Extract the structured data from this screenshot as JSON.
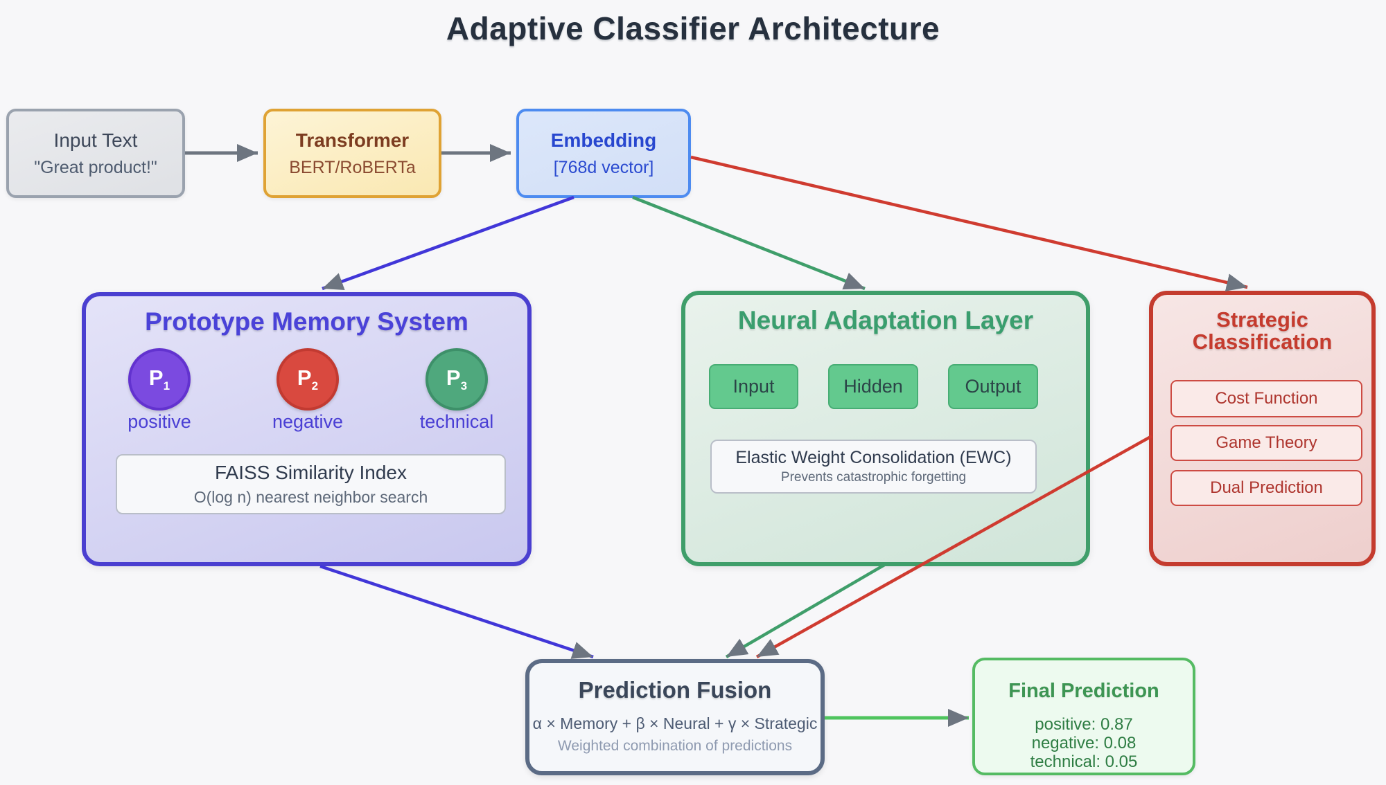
{
  "title": "Adaptive Classifier Architecture",
  "pipeline": {
    "input_text": {
      "title": "Input Text",
      "subtitle": "\"Great product!\""
    },
    "transformer": {
      "title": "Transformer",
      "subtitle": "BERT/RoBERTa"
    },
    "embedding": {
      "title": "Embedding",
      "subtitle": "[768d vector]"
    }
  },
  "prototype_memory": {
    "title": "Prototype Memory System",
    "prototypes": [
      {
        "symbol": "P",
        "sub": "1",
        "label": "positive",
        "fill": "#7b4ae0",
        "border": "#6232cf"
      },
      {
        "symbol": "P",
        "sub": "2",
        "label": "negative",
        "fill": "#d9493f",
        "border": "#c23a31"
      },
      {
        "symbol": "P",
        "sub": "3",
        "label": "technical",
        "fill": "#4fa87d",
        "border": "#3d9069"
      }
    ],
    "faiss": {
      "title": "FAISS Similarity Index",
      "subtitle": "O(log n) nearest neighbor search"
    }
  },
  "neural_adaptation": {
    "title": "Neural Adaptation Layer",
    "layers": [
      "Input",
      "Hidden",
      "Output"
    ],
    "ewc": {
      "title": "Elastic Weight Consolidation (EWC)",
      "subtitle": "Prevents catastrophic forgetting"
    }
  },
  "strategic_classification": {
    "title_line1": "Strategic",
    "title_line2": "Classification",
    "items": [
      "Cost Function",
      "Game Theory",
      "Dual Prediction"
    ]
  },
  "prediction_fusion": {
    "title": "Prediction Fusion",
    "formula": "α × Memory + β × Neural + γ × Strategic",
    "subtitle": "Weighted combination of predictions"
  },
  "final_prediction": {
    "title": "Final Prediction",
    "results": [
      "positive: 0.87",
      "negative: 0.08",
      "technical: 0.05"
    ]
  },
  "colors": {
    "background": "#f7f7f9",
    "title_text": "#26303e",
    "prototype_accent": "#4a3fd0",
    "neural_accent": "#3f9e6a",
    "strategic_accent": "#c43b2e",
    "fusion_border": "#5b6b85",
    "final_accent": "#55bb63",
    "arrow_gray": "#6d7580",
    "arrow_blue": "#4136d8",
    "arrow_green": "#3f9e6a",
    "arrow_red": "#cf3b30",
    "arrow_bright_green": "#4fc45e"
  }
}
